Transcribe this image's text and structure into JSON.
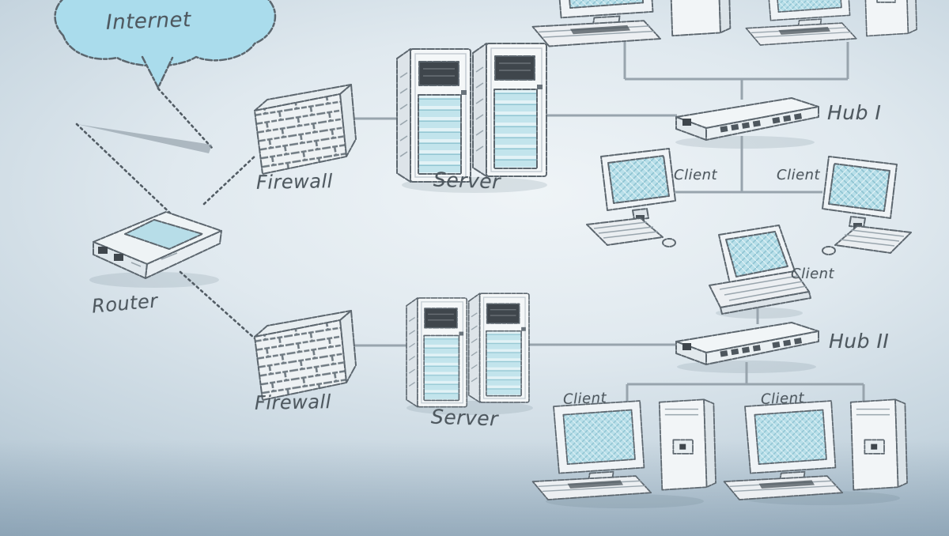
{
  "diagram": {
    "type": "network-topology-sketch",
    "labels": {
      "internet": "Internet",
      "router": "Router",
      "firewall": "Firewall",
      "server": "Server",
      "hub1": "Hub I",
      "hub2": "Hub II",
      "client": "Client"
    },
    "nodes": [
      {
        "id": "internet",
        "label": "Internet",
        "type": "cloud"
      },
      {
        "id": "router",
        "label": "Router",
        "type": "router"
      },
      {
        "id": "firewall-top",
        "label": "Firewall",
        "type": "firewall"
      },
      {
        "id": "server-top",
        "label": "Server",
        "type": "server-pair"
      },
      {
        "id": "hub-1",
        "label": "Hub I",
        "type": "hub"
      },
      {
        "id": "client-top-left",
        "label": "",
        "type": "desktop-with-tower"
      },
      {
        "id": "client-top-right",
        "label": "",
        "type": "desktop-with-tower"
      },
      {
        "id": "client-mid-left",
        "label": "Client",
        "type": "desktop"
      },
      {
        "id": "client-mid-right",
        "label": "Client",
        "type": "desktop"
      },
      {
        "id": "firewall-bottom",
        "label": "Firewall",
        "type": "firewall"
      },
      {
        "id": "server-bottom",
        "label": "Server",
        "type": "server-pair"
      },
      {
        "id": "hub-2",
        "label": "Hub II",
        "type": "hub"
      },
      {
        "id": "client-laptop",
        "label": "Client",
        "type": "laptop"
      },
      {
        "id": "client-bottom-left",
        "label": "Client",
        "type": "desktop-with-tower"
      },
      {
        "id": "client-bottom-right",
        "label": "Client",
        "type": "desktop-with-tower"
      }
    ],
    "edges": [
      {
        "from": "internet",
        "to": "router"
      },
      {
        "from": "router",
        "to": "firewall-top"
      },
      {
        "from": "firewall-top",
        "to": "server-top"
      },
      {
        "from": "server-top",
        "to": "hub-1"
      },
      {
        "from": "hub-1",
        "to": "client-top-left"
      },
      {
        "from": "hub-1",
        "to": "client-top-right"
      },
      {
        "from": "hub-1",
        "to": "client-mid-left"
      },
      {
        "from": "hub-1",
        "to": "client-mid-right"
      },
      {
        "from": "router",
        "to": "firewall-bottom"
      },
      {
        "from": "firewall-bottom",
        "to": "server-bottom"
      },
      {
        "from": "server-bottom",
        "to": "hub-2"
      },
      {
        "from": "hub-2",
        "to": "client-laptop"
      },
      {
        "from": "hub-2",
        "to": "client-bottom-left"
      },
      {
        "from": "hub-2",
        "to": "client-bottom-right"
      }
    ],
    "colors": {
      "background_light": "#eff4f7",
      "background_edge": "#97adbf",
      "cloud_fill": "#aadcec",
      "screen_fill": "#b8dfe9",
      "server_panel_dark": "#3f464c",
      "sketch_ink": "#5d676f",
      "connector": "#98a4ad",
      "label_ink": "#4e585f"
    }
  }
}
